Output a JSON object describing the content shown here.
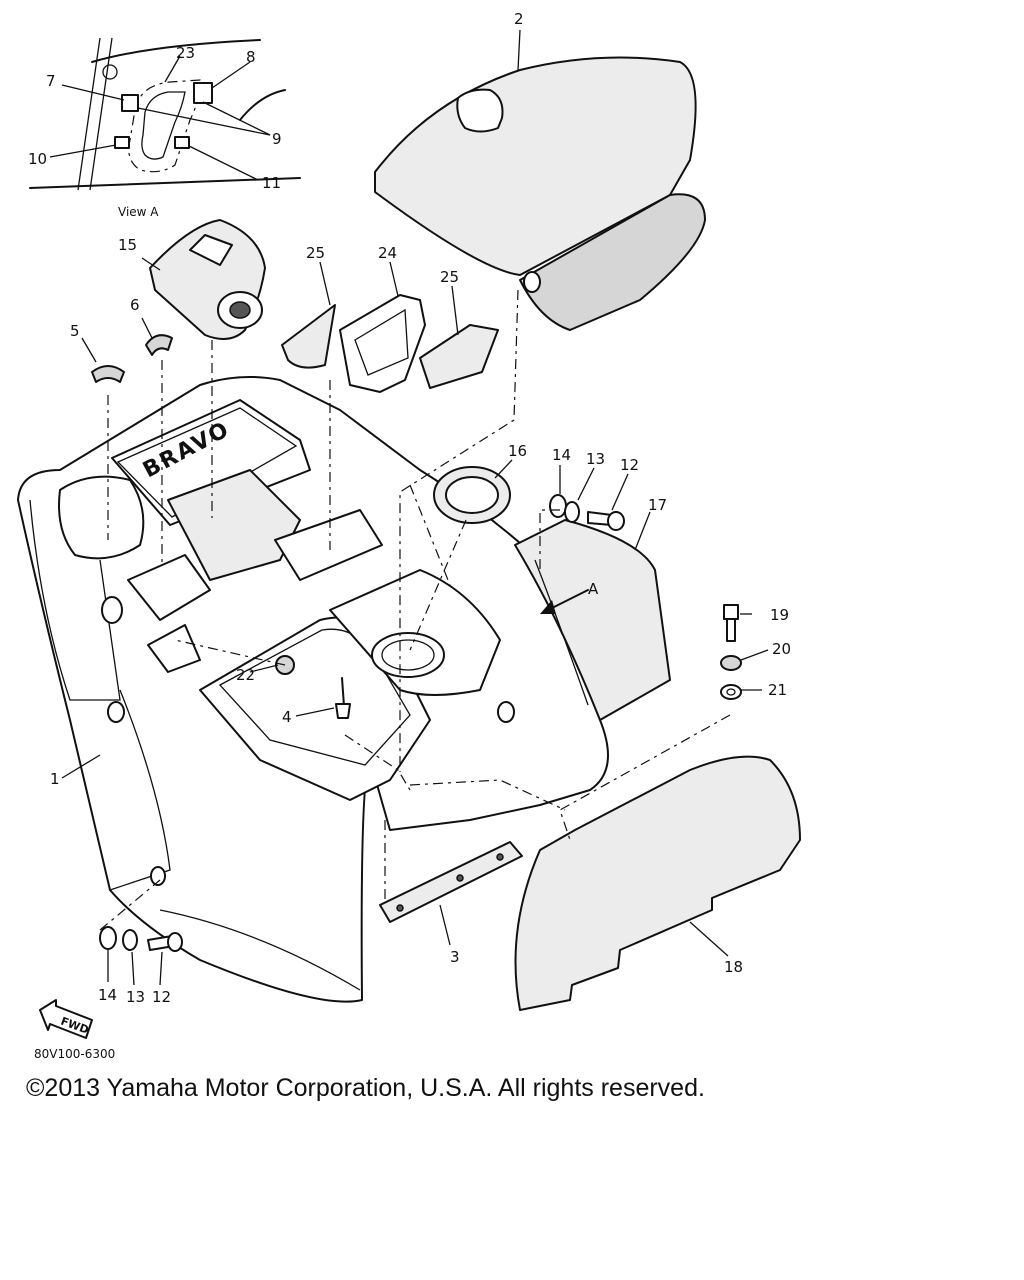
{
  "diagram": {
    "view_label": "View A",
    "callouts": [
      "1",
      "2",
      "3",
      "4",
      "5",
      "6",
      "7",
      "8",
      "9",
      "10",
      "11",
      "12",
      "13",
      "14",
      "15",
      "16",
      "17",
      "18",
      "19",
      "20",
      "21",
      "22",
      "23",
      "24",
      "25"
    ],
    "arrow_label": "A",
    "brand_text": "BRAVO",
    "fwd_text": "FWD",
    "part_code": "80V100-6300"
  },
  "copyright": "©2013 Yamaha Motor Corporation, U.S.A. All rights reserved."
}
